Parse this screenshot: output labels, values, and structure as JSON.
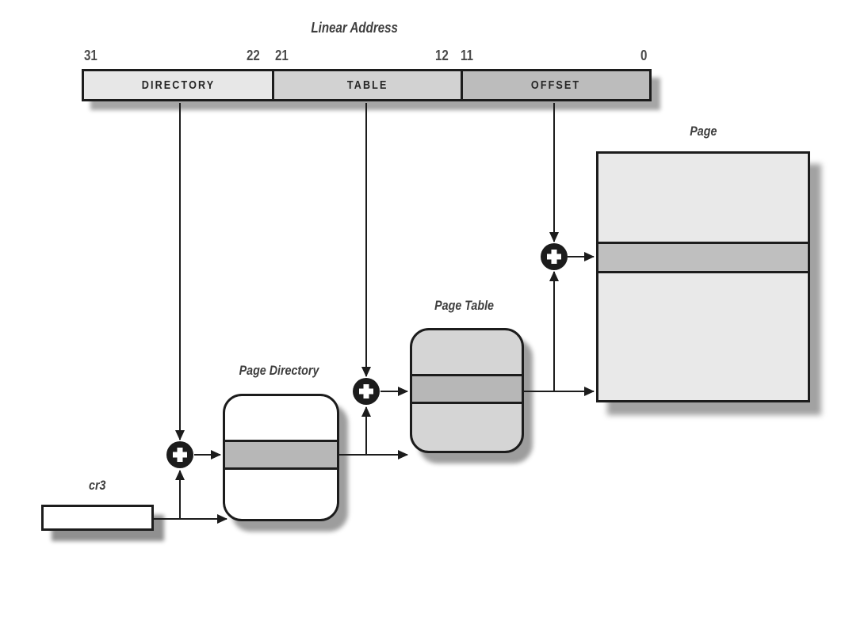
{
  "diagram": {
    "title": "Linear Address",
    "linear_address": {
      "bit_markers": [
        "31",
        "22",
        "21",
        "12",
        "11",
        "0"
      ],
      "fields": [
        {
          "label": "DIRECTORY",
          "fill": "#e7e7e7"
        },
        {
          "label": "TABLE",
          "fill": "#d2d2d2"
        },
        {
          "label": "OFFSET",
          "fill": "#bcbcbc"
        }
      ]
    },
    "register": {
      "label": "cr3"
    },
    "structures": {
      "page_directory": {
        "label": "Page Directory"
      },
      "page_table": {
        "label": "Page Table"
      },
      "page": {
        "label": "Page"
      }
    },
    "adder_symbol": "+",
    "colors": {
      "line_and_border": "#1c1c1c",
      "highlight_row": "#b7b7b7",
      "page_highlight_row": "#bfbfbf",
      "directory_fill": "#e7e7e7",
      "table_fill": "#d2d2d2",
      "offset_fill": "#bcbcbc",
      "page_fill": "#e9e9e9",
      "page_table_fill": "#d5d5d5",
      "shadow": "#9d9d9d"
    }
  }
}
